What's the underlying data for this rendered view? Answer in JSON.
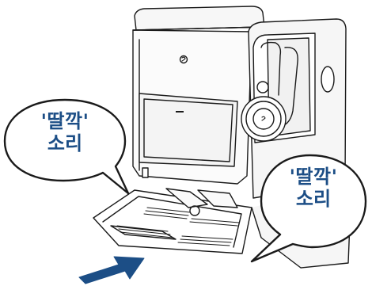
{
  "callouts": [
    {
      "line1": "'딸깍'",
      "line2": "소리"
    },
    {
      "line1": "'딸깍'",
      "line2": "소리"
    }
  ],
  "colors": {
    "accent": "#1c4e86",
    "outline": "#1a1a1a",
    "arrow": "#1c4e86"
  },
  "icons": [
    "brand-logo-icon",
    "direction-arrow-icon"
  ]
}
